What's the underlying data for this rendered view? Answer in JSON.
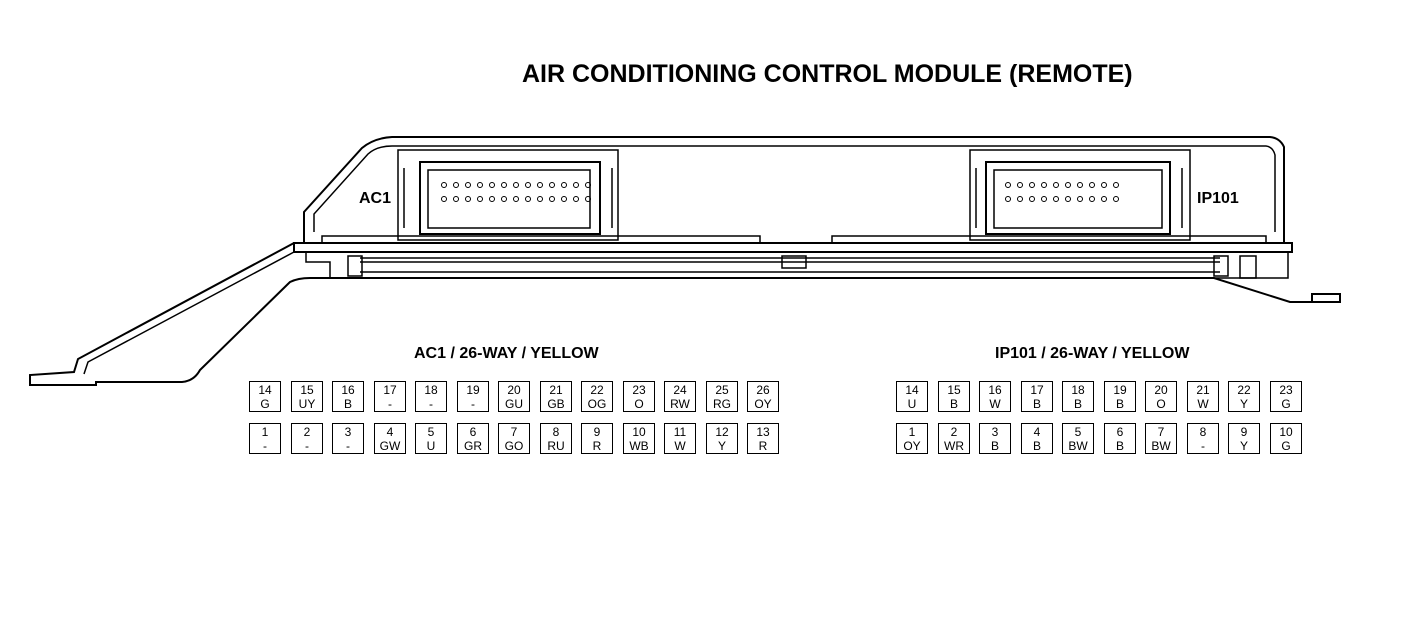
{
  "title": "AIR CONDITIONING CONTROL MODULE (REMOTE)",
  "drawing": {
    "left_connector_label": "AC1",
    "right_connector_label": "IP101"
  },
  "connectors": [
    {
      "id": "ac1",
      "heading": "AC1 / 26-WAY / YELLOW",
      "top_row": [
        {
          "pin": "14",
          "color": "G"
        },
        {
          "pin": "15",
          "color": "UY"
        },
        {
          "pin": "16",
          "color": "B"
        },
        {
          "pin": "17",
          "color": "-"
        },
        {
          "pin": "18",
          "color": "-"
        },
        {
          "pin": "19",
          "color": "-"
        },
        {
          "pin": "20",
          "color": "GU"
        },
        {
          "pin": "21",
          "color": "GB"
        },
        {
          "pin": "22",
          "color": "OG"
        },
        {
          "pin": "23",
          "color": "O"
        },
        {
          "pin": "24",
          "color": "RW"
        },
        {
          "pin": "25",
          "color": "RG"
        },
        {
          "pin": "26",
          "color": "OY"
        }
      ],
      "bottom_row": [
        {
          "pin": "1",
          "color": "-"
        },
        {
          "pin": "2",
          "color": "-"
        },
        {
          "pin": "3",
          "color": "-"
        },
        {
          "pin": "4",
          "color": "GW"
        },
        {
          "pin": "5",
          "color": "U"
        },
        {
          "pin": "6",
          "color": "GR"
        },
        {
          "pin": "7",
          "color": "GO"
        },
        {
          "pin": "8",
          "color": "RU"
        },
        {
          "pin": "9",
          "color": "R"
        },
        {
          "pin": "10",
          "color": "WB"
        },
        {
          "pin": "11",
          "color": "W"
        },
        {
          "pin": "12",
          "color": "Y"
        },
        {
          "pin": "13",
          "color": "R"
        }
      ]
    },
    {
      "id": "ip101",
      "heading": "IP101 / 26-WAY / YELLOW",
      "top_row": [
        {
          "pin": "14",
          "color": "U"
        },
        {
          "pin": "15",
          "color": "B"
        },
        {
          "pin": "16",
          "color": "W"
        },
        {
          "pin": "17",
          "color": "B"
        },
        {
          "pin": "18",
          "color": "B"
        },
        {
          "pin": "19",
          "color": "B"
        },
        {
          "pin": "20",
          "color": "O"
        },
        {
          "pin": "21",
          "color": "W"
        },
        {
          "pin": "22",
          "color": "Y"
        },
        {
          "pin": "23",
          "color": "G"
        }
      ],
      "bottom_row": [
        {
          "pin": "1",
          "color": "OY"
        },
        {
          "pin": "2",
          "color": "WR"
        },
        {
          "pin": "3",
          "color": "B"
        },
        {
          "pin": "4",
          "color": "B"
        },
        {
          "pin": "5",
          "color": "BW"
        },
        {
          "pin": "6",
          "color": "B"
        },
        {
          "pin": "7",
          "color": "BW"
        },
        {
          "pin": "8",
          "color": "-"
        },
        {
          "pin": "9",
          "color": "Y"
        },
        {
          "pin": "10",
          "color": "G"
        }
      ]
    }
  ]
}
